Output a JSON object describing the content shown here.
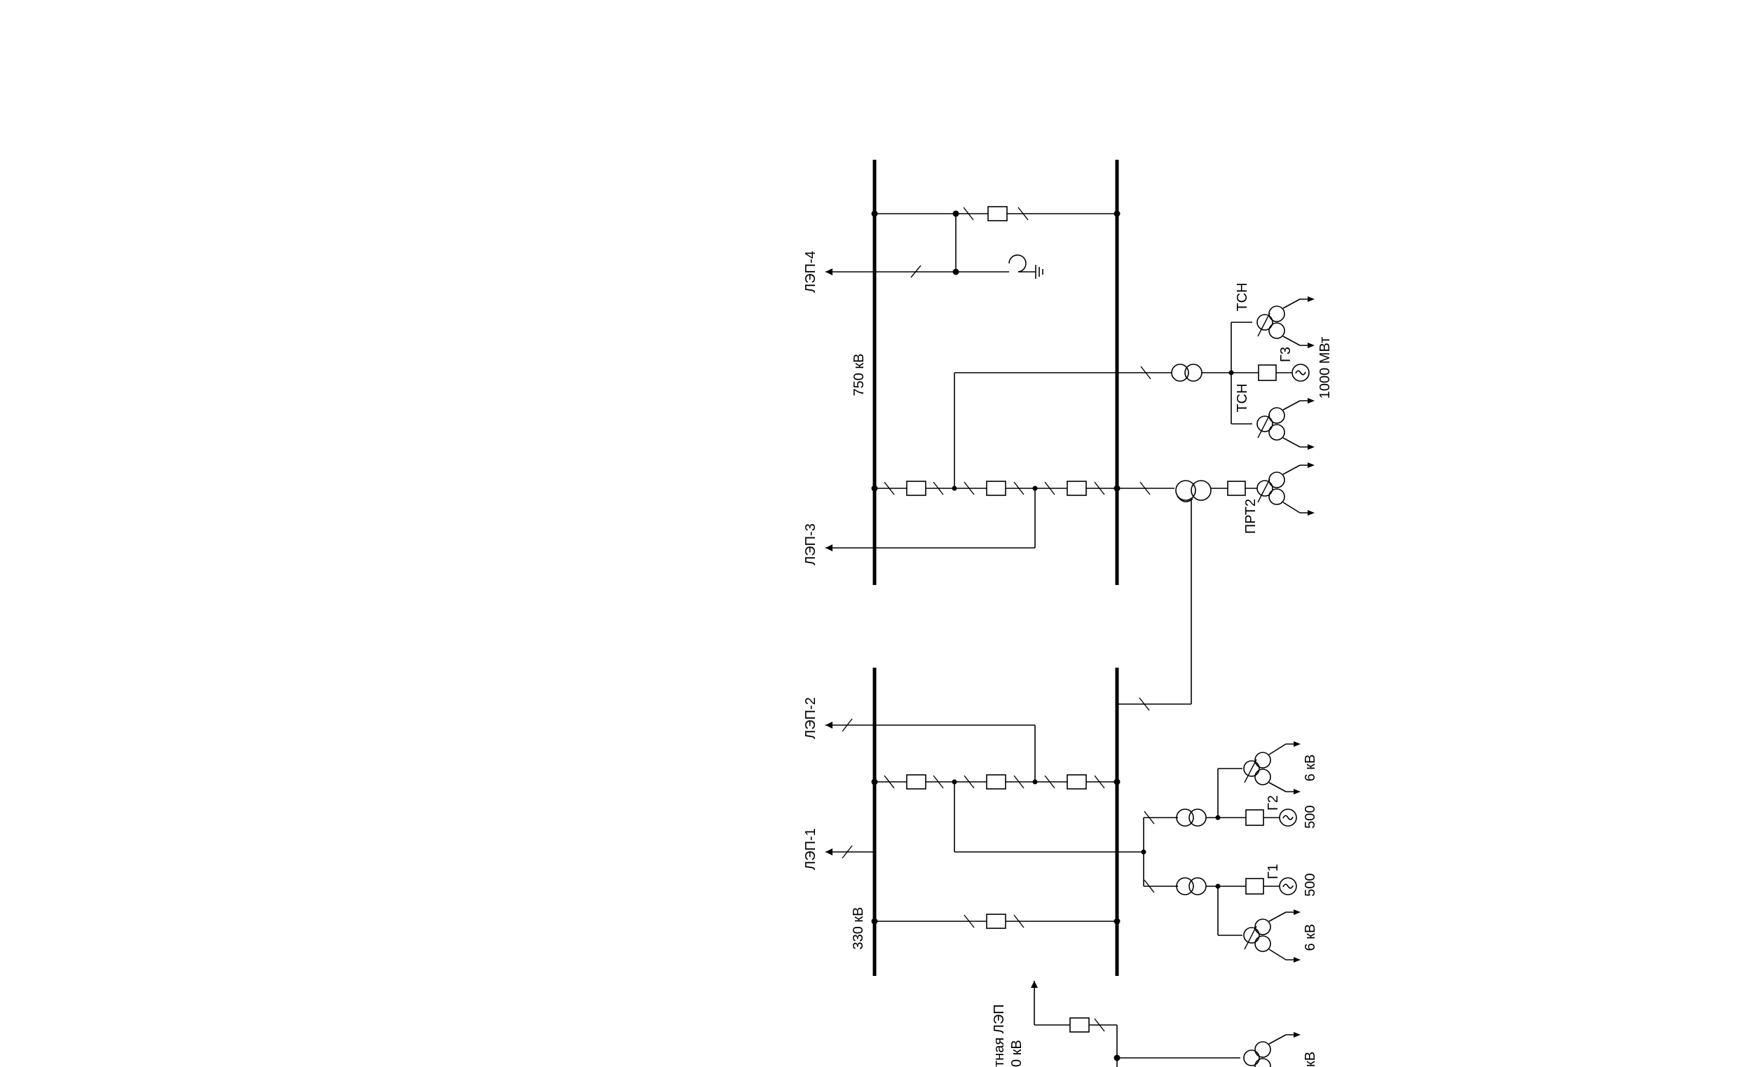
{
  "labels": {
    "lep4": "ЛЭП-4",
    "lep3": "ЛЭП-3",
    "lep2": "ЛЭП-2",
    "lep1": "ЛЭП-1",
    "kv750": "750 кВ",
    "kv330": "330 кВ",
    "tsn_top": "ТСН",
    "tsn_mid": "ТСН",
    "g3": "Г3",
    "mw1000": "1000 МВт",
    "prt2": "ПРТ2",
    "g2": "Г2",
    "g1": "Г1",
    "mw500_g2": "500",
    "mw500_g1": "500",
    "kv6_g2": "6 кВ",
    "kv6_g1": "6 кВ",
    "tie_line": "тная ЛЭП",
    "tie_kv": "0 кВ",
    "kv_bottom": "кВ"
  },
  "colors": {
    "line": "#000000",
    "background": "#ffffff"
  }
}
